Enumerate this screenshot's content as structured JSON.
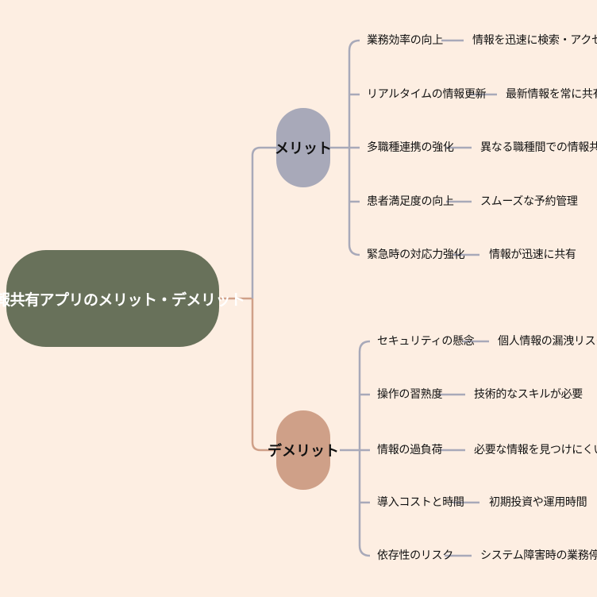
{
  "diagram": {
    "root": "情報共有アプリのメリット・デメリット",
    "branches": [
      {
        "label": "メリット",
        "items": [
          {
            "topic": "業務効率の向上",
            "detail": "情報を迅速に検索・アクセス"
          },
          {
            "topic": "リアルタイムの情報更新",
            "detail": "最新情報を常に共有"
          },
          {
            "topic": "多職種連携の強化",
            "detail": "異なる職種間での情報共有"
          },
          {
            "topic": "患者満足度の向上",
            "detail": "スムーズな予約管理"
          },
          {
            "topic": "緊急時の対応力強化",
            "detail": "情報が迅速に共有"
          }
        ]
      },
      {
        "label": "デメリット",
        "items": [
          {
            "topic": "セキュリティの懸念",
            "detail": "個人情報の漏洩リスク"
          },
          {
            "topic": "操作の習熟度",
            "detail": "技術的なスキルが必要"
          },
          {
            "topic": "情報の過負荷",
            "detail": "必要な情報を見つけにくい"
          },
          {
            "topic": "導入コストと時間",
            "detail": "初期投資や運用時間"
          },
          {
            "topic": "依存性のリスク",
            "detail": "システム障害時の業務停滞"
          }
        ]
      }
    ]
  },
  "colors": {
    "background": "#fdeee2",
    "root": "#68715a",
    "merit": "#a8a9b9",
    "demerit": "#cfa088",
    "root_connector": "#cfa088",
    "branch_connector": "#a8a9b9"
  }
}
